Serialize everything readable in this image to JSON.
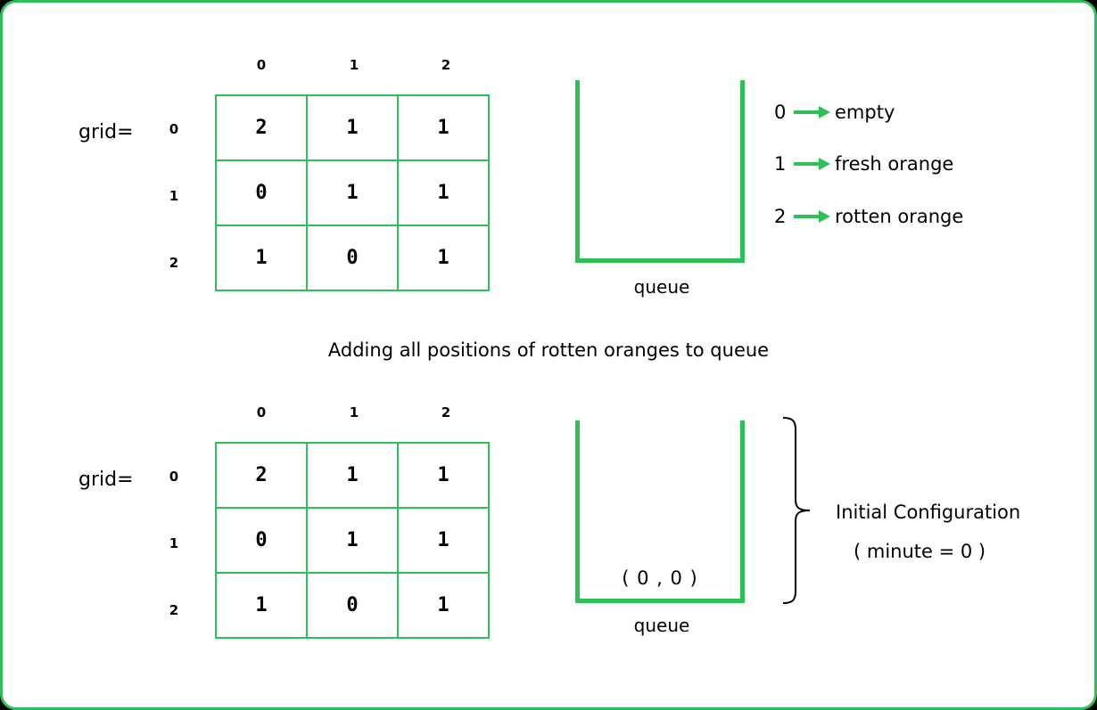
{
  "legend": [
    {
      "value": "0",
      "meaning": "empty"
    },
    {
      "value": "1",
      "meaning": "fresh orange"
    },
    {
      "value": "2",
      "meaning": "rotten orange"
    }
  ],
  "caption": "Adding all positions of rotten oranges to queue",
  "accent_color": "#2fbf57",
  "panels": [
    {
      "grid_label": "grid=",
      "col_indices": [
        "0",
        "1",
        "2"
      ],
      "row_indices": [
        "0",
        "1",
        "2"
      ],
      "rows": [
        [
          "2",
          "1",
          "1"
        ],
        [
          "0",
          "1",
          "1"
        ],
        [
          "1",
          "0",
          "1"
        ]
      ],
      "queue_label": "queue",
      "queue_items": []
    },
    {
      "grid_label": "grid=",
      "col_indices": [
        "0",
        "1",
        "2"
      ],
      "row_indices": [
        "0",
        "1",
        "2"
      ],
      "rows": [
        [
          "2",
          "1",
          "1"
        ],
        [
          "0",
          "1",
          "1"
        ],
        [
          "1",
          "0",
          "1"
        ]
      ],
      "queue_label": "queue",
      "queue_items": [
        "( 0 , 0 )"
      ]
    }
  ],
  "annotation": {
    "title": "Initial Configuration",
    "subtitle": "( minute = 0 )"
  }
}
